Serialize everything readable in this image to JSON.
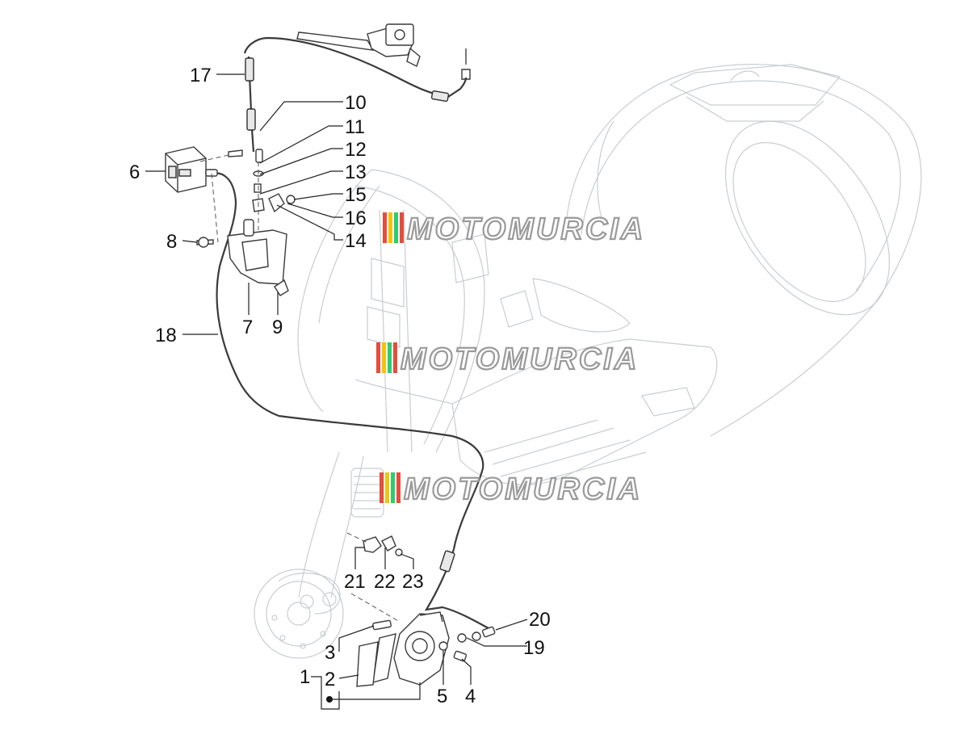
{
  "watermark": {
    "text": "MOTOMURCIA",
    "stripe_colors": [
      "#e74c3c",
      "#f1c40f",
      "#2ecc71",
      "#e74c3c"
    ]
  },
  "callouts": [
    {
      "id": "17",
      "label": "17"
    },
    {
      "id": "10",
      "label": "10"
    },
    {
      "id": "11",
      "label": "11"
    },
    {
      "id": "12",
      "label": "12"
    },
    {
      "id": "13",
      "label": "13"
    },
    {
      "id": "6",
      "label": "6"
    },
    {
      "id": "15",
      "label": "15"
    },
    {
      "id": "16",
      "label": "16"
    },
    {
      "id": "14",
      "label": "14"
    },
    {
      "id": "8",
      "label": "8"
    },
    {
      "id": "7",
      "label": "7"
    },
    {
      "id": "9",
      "label": "9"
    },
    {
      "id": "18",
      "label": "18"
    },
    {
      "id": "21",
      "label": "21"
    },
    {
      "id": "22",
      "label": "22"
    },
    {
      "id": "23",
      "label": "23"
    },
    {
      "id": "20",
      "label": "20"
    },
    {
      "id": "19",
      "label": "19"
    },
    {
      "id": "3",
      "label": "3"
    },
    {
      "id": "1",
      "label": "1"
    },
    {
      "id": "2",
      "label": "2"
    },
    {
      "id": "5",
      "label": "5"
    },
    {
      "id": "4",
      "label": "4"
    }
  ]
}
